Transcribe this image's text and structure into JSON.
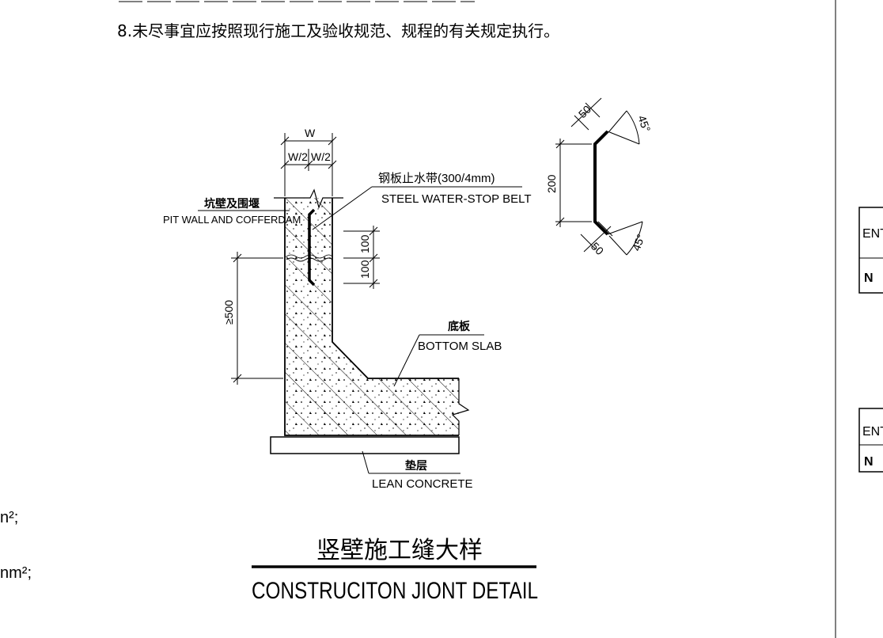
{
  "notes": {
    "note8": "8.未尽事宜应按照现行施工及验收规范、规程的有关规定执行。",
    "left_frag1": "n²;",
    "left_frag2": "nm²;"
  },
  "detail": {
    "dim_w": "W",
    "dim_w_half_left": "W/2",
    "dim_w_half_right": "W/2",
    "dim_100_upper": "100",
    "dim_100_lower": "100",
    "dim_500": "≥500",
    "steel_belt_cn": "钢板止水带(300/4mm)",
    "steel_belt_en": "STEEL WATER-STOP BELT",
    "pit_wall_cn": "坑壁及围堰",
    "pit_wall_en": "PIT WALL AND COFFERDAM",
    "bottom_slab_cn": "底板",
    "bottom_slab_en": "BOTTOM SLAB",
    "lean_concrete_cn": "垫层",
    "lean_concrete_en": "LEAN CONCRETE",
    "title_cn": "竖壁施工缝大样",
    "title_en": "CONSTRUCITON JIONT DETAIL"
  },
  "belt_detail": {
    "dim_50_top": "50",
    "dim_45_top": "45°",
    "dim_200": "200",
    "dim_50_bottom": "50",
    "dim_45_bottom": "45°"
  },
  "right_table": {
    "row1": "ENT",
    "row1b": "N",
    "row2": "ENT",
    "row2b": "N"
  }
}
